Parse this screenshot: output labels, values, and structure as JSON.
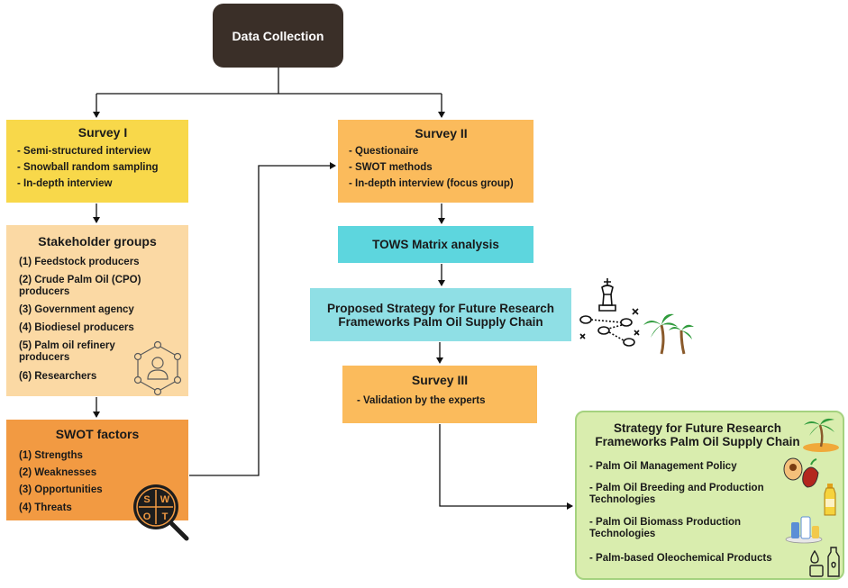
{
  "data_collection": {
    "title": "Data Collection"
  },
  "survey1": {
    "title": "Survey I",
    "items": [
      "- Semi-structured interview",
      "- Snowball random sampling",
      "- In-depth interview"
    ]
  },
  "stakeholders": {
    "title": "Stakeholder groups",
    "items": [
      "(1) Feedstock producers",
      "(2) Crude Palm Oil (CPO) producers",
      "(3) Government agency",
      "(4) Biodiesel producers",
      "(5) Palm oil refinery producers",
      "(6) Researchers"
    ]
  },
  "swot": {
    "title": "SWOT factors",
    "items": [
      "(1) Strengths",
      "(2) Weaknesses",
      "(3) Opportunities",
      "(4) Threats"
    ],
    "icon_letters": [
      "S",
      "W",
      "O",
      "T"
    ]
  },
  "survey2": {
    "title": "Survey II",
    "items": [
      "- Questionaire",
      "- SWOT methods",
      "- In-depth interview (focus group)"
    ]
  },
  "tows": {
    "title": "TOWS Matrix analysis"
  },
  "proposed": {
    "line1": "Proposed Strategy for Future Research",
    "line2": "Frameworks Palm Oil Supply Chain"
  },
  "survey3": {
    "title": "Survey III",
    "items": [
      "- Validation by the experts"
    ]
  },
  "strategy": {
    "line1": "Strategy for Future Research",
    "line2": "Frameworks Palm Oil Supply Chain",
    "items": [
      "- Palm Oil Management Policy",
      "- Palm Oil Breeding and Production Technologies",
      "- Palm Oil Biomass Production Technologies",
      "- Palm-based Oleochemical Products"
    ]
  },
  "colors": {
    "data_collection": "#3a2f28",
    "survey_yellow": "#f8d84a",
    "stakeholder_peach": "#fbd9a4",
    "swot_orange": "#f29a42",
    "survey_orange": "#fbbb5c",
    "tows_cyan": "#5dd6de",
    "proposed_cyan": "#8fdfe5",
    "strategy_green": "#d9edae"
  }
}
